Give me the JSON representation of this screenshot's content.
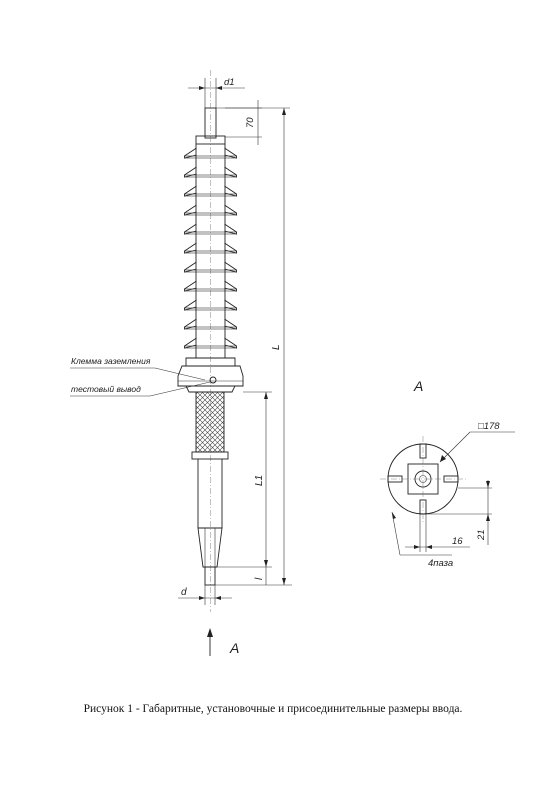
{
  "labels": {
    "d1": "d1",
    "dim_70": "70",
    "L": "L",
    "L1": "L1",
    "l": "l",
    "d": "d",
    "view_marker": "A",
    "view_title": "A",
    "grounding_terminal": "Клемма заземления",
    "test_output": "тестовый вывод",
    "size_178": "□178",
    "dim_16": "16",
    "dim_21": "21",
    "slots": "4паза"
  },
  "caption": "Рисунок 1 - Габаритные, установочные и присоединительные размеры ввода."
}
